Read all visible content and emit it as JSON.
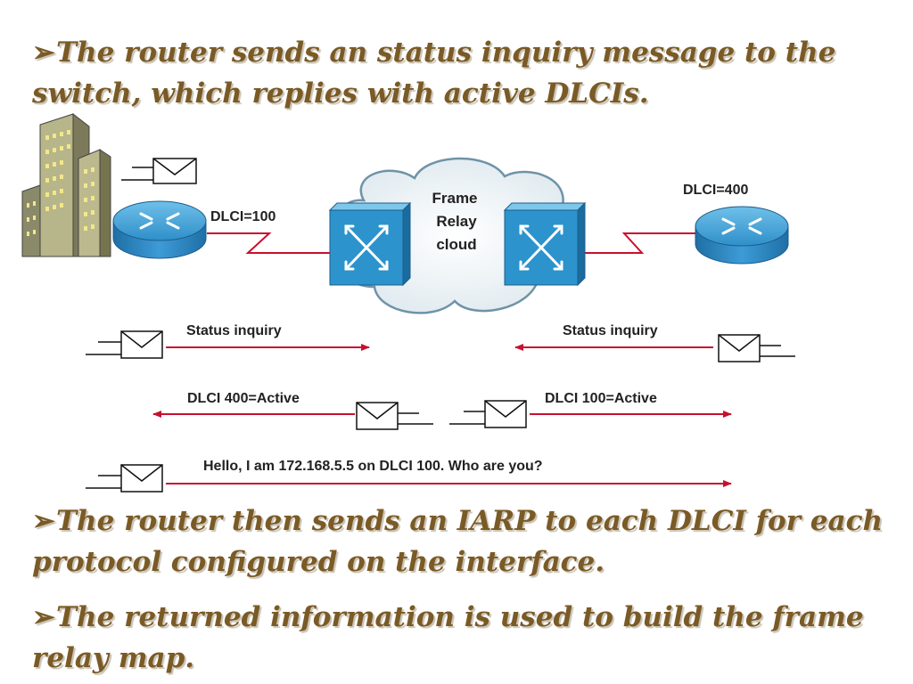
{
  "bullets": [
    {
      "marker": "➢",
      "text": "The router sends an status inquiry message to the switch, which replies with active DLCIs."
    },
    {
      "marker": "➢",
      "text": "The router then sends an IARP to each DLCI for each protocol configured on the interface."
    },
    {
      "marker": "➢",
      "text": "The returned information is used to build the frame relay map."
    }
  ],
  "diagram": {
    "left_dlci": "DLCI=100",
    "right_dlci": "DLCI=400",
    "cloud": [
      "Frame",
      "Relay",
      "cloud"
    ],
    "messages": {
      "status_left": "Status inquiry",
      "status_right": "Status inquiry",
      "active_left": "DLCI 400=Active",
      "active_right": "DLCI 100=Active",
      "hello": "Hello, I am 172.168.5.5 on DLCI 100. Who are you?"
    }
  },
  "colors": {
    "text": "#7a5a25",
    "arrow": "#c8102e",
    "device_blue": "#2f8fc9",
    "cloud_edge": "#6f93a8"
  },
  "icons": [
    "building-icon",
    "router-icon",
    "switch-icon",
    "cloud-icon",
    "envelope-icon"
  ]
}
